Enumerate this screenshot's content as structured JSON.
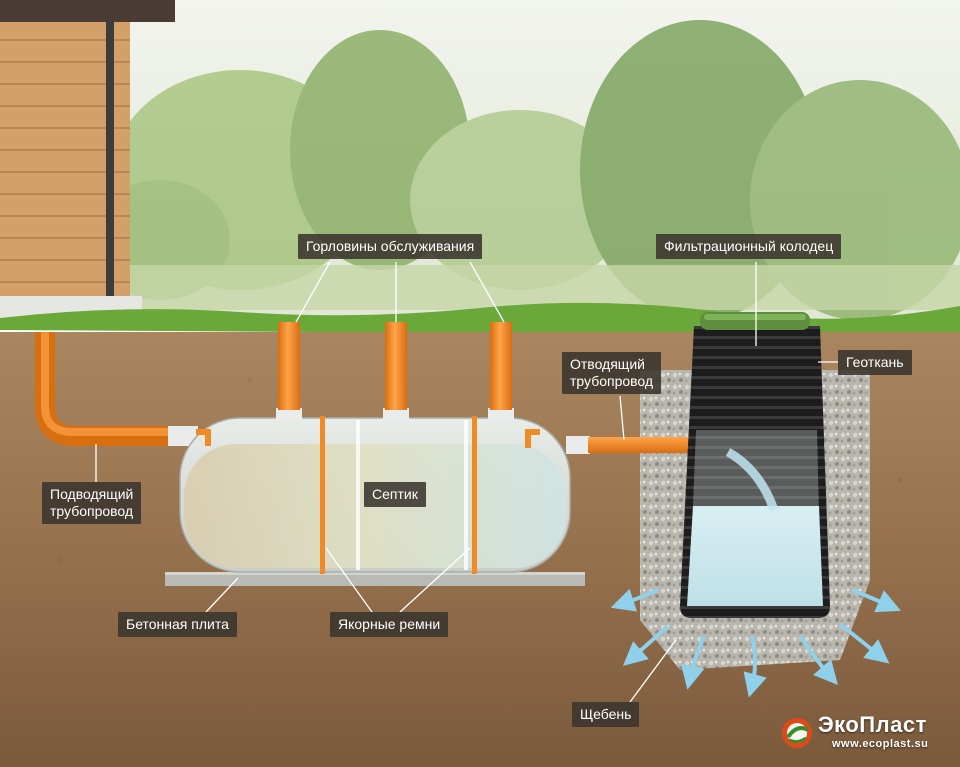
{
  "labels": {
    "service_necks": "Горловины обслуживания",
    "filter_well": "Фильтрационный колодец",
    "outlet_pipe": [
      "Отводящий",
      "трубопровод"
    ],
    "geotextile": "Геоткань",
    "inlet_pipe": [
      "Подводящий",
      "трубопровод"
    ],
    "septic": "Септик",
    "concrete_slab": "Бетонная плита",
    "anchor_straps": "Якорные ремни",
    "gravel": "Щебень"
  },
  "logo": {
    "brand": "ЭкоПласт",
    "url": "www.ecoplast.su"
  },
  "colors": {
    "pipe": "#f08a24",
    "soil": "#9a7450",
    "grass": "#6aa83a",
    "water": "#cfe8ec",
    "label_bg": "#3a342e"
  }
}
